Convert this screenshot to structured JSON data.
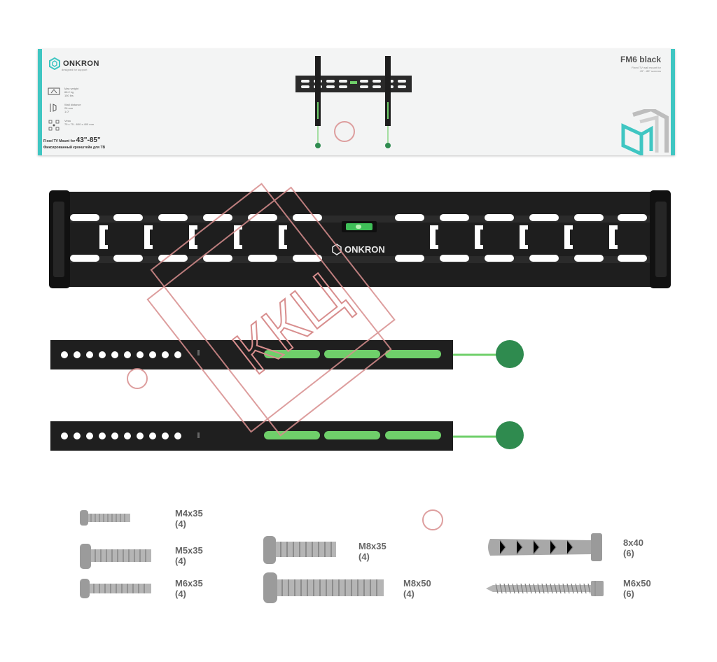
{
  "box": {
    "brand": "ONKRON",
    "brand_tagline": "designed for support",
    "model": "FM6 black",
    "model_subtitle_1": "Fixed TV wall mount for",
    "model_subtitle_2": "43\" - 85\" screens",
    "specs": [
      {
        "icon": "weight-icon",
        "line1": "Max weight",
        "line2": "68.2 kg",
        "line3": "150 lbs"
      },
      {
        "icon": "profile-icon",
        "line1": "Wall distance",
        "line2": "26 mm",
        "line3": "1.0\""
      },
      {
        "icon": "vesa-icon",
        "line1": "Vesa",
        "line2": "75 x 75 - 600 x 400 mm",
        "line3": ""
      }
    ],
    "fixed_mount_label": "Fixed TV Mount for",
    "size_range": "43\"-85\"",
    "russian_label": "Фиксированный кронштейн для ТВ"
  },
  "wall_plate": {
    "brand": "ONKRON"
  },
  "watermark": {
    "text": "ККЦ"
  },
  "hardware": [
    {
      "name": "M4x35",
      "count": "(4)"
    },
    {
      "name": "M5x35",
      "count": "(4)"
    },
    {
      "name": "M6x35",
      "count": "(4)"
    },
    {
      "name": "M8x35",
      "count": "(4)"
    },
    {
      "name": "M8x50",
      "count": "(4)"
    },
    {
      "name": "8x40",
      "count": "(6)"
    },
    {
      "name": "M6x50",
      "count": "(6)"
    }
  ],
  "colors": {
    "accent_teal": "#3fc6c2",
    "safety_green": "#2f8b4f",
    "cord_green": "#6fcf6a",
    "steel_black": "#1e1e1e",
    "watermark_red": "#d88e8e"
  }
}
